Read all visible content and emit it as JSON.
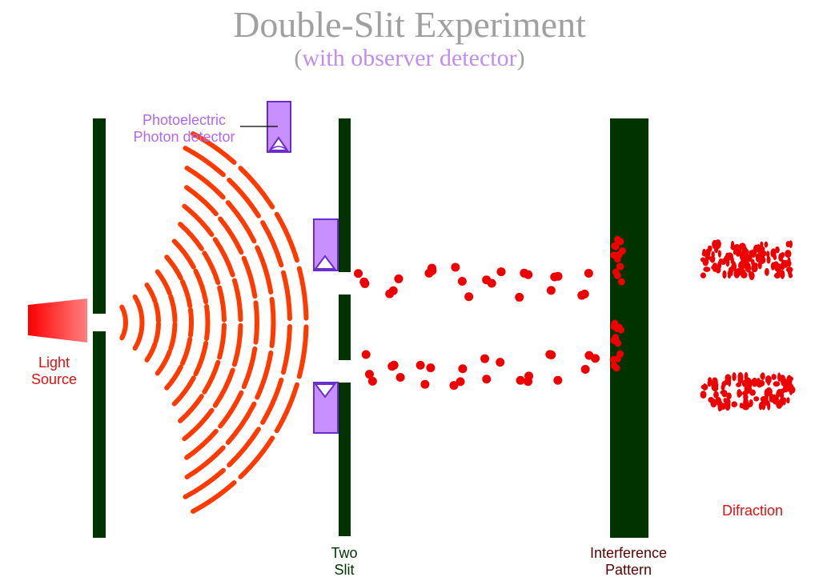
{
  "title": "Double-Slit Experiment",
  "subtitle": {
    "open": "(",
    "text": "with observer detector",
    "close": ")"
  },
  "labels": {
    "detector_line1": "Photoelectric",
    "detector_line2": "Photon detector",
    "light_line1": "Light",
    "light_line2": "Source",
    "slit_line1": "Two",
    "slit_line2": "Slit",
    "pattern_line1": "Interference",
    "pattern_line2": "Pattern",
    "diffraction": "Difraction"
  },
  "colors": {
    "barrier": "#003300",
    "wave": "#ff3a00",
    "particle": "#ee0000",
    "detector_fill": "#c890ff",
    "detector_stroke": "#6a2ccc",
    "label_purple": "#b068f0",
    "label_red": "#e01010",
    "label_green": "#003300",
    "label_maroon": "#5a0000"
  }
}
